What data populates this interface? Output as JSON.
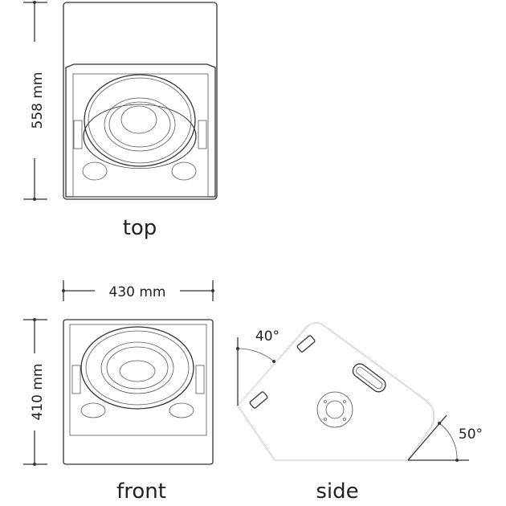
{
  "views": {
    "top": "top",
    "front": "front",
    "side": "side"
  },
  "dimensions": {
    "depth": "558 mm",
    "width": "430 mm",
    "height": "410 mm"
  },
  "angles": {
    "front_tilt": "40°",
    "rear_tilt": "50°"
  }
}
